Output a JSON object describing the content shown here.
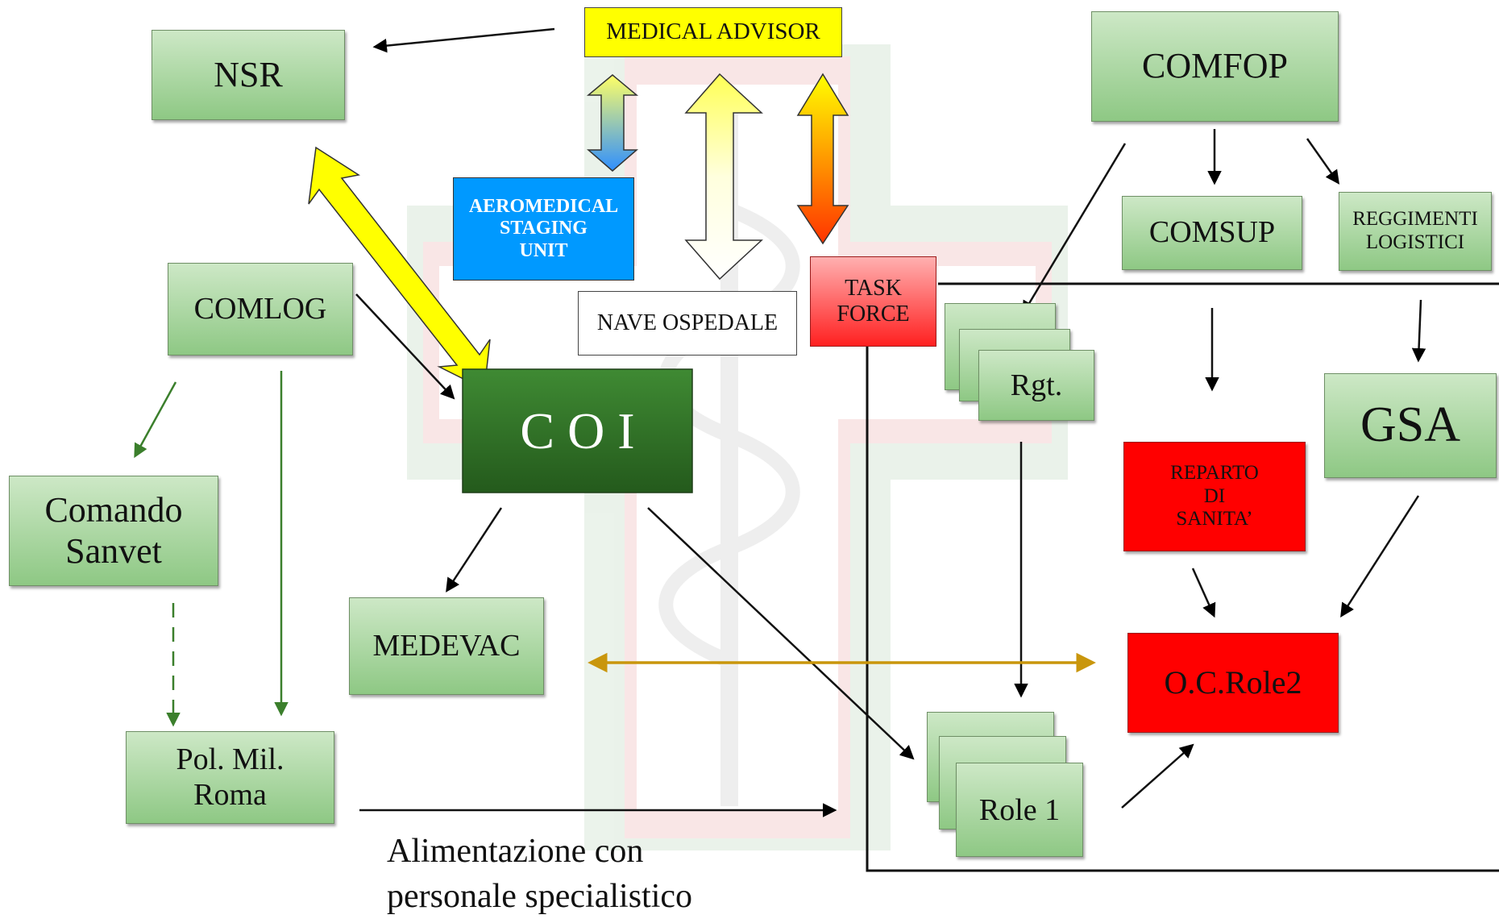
{
  "nodes": {
    "medical_advisor": "MEDICAL ADVISOR",
    "nsr": "NSR",
    "comfop": "COMFOP",
    "aeromedical": [
      "AEROMEDICAL",
      "STAGING",
      "UNIT"
    ],
    "comsup": "COMSUP",
    "reggimenti": [
      "REGGIMENTI",
      "LOGISTICI"
    ],
    "comlog": "COMLOG",
    "nave_ospedale": "NAVE OSPEDALE",
    "task_force": [
      "TASK",
      "FORCE"
    ],
    "rgt": "Rgt.",
    "coi": "C O I",
    "gsa": "GSA",
    "reparto": [
      "REPARTO",
      "DI",
      "SANITA’"
    ],
    "comando_sanvet": [
      "Comando",
      "Sanvet"
    ],
    "medevac": "MEDEVAC",
    "oc_role2": "O.C.Role2",
    "pol_mil": [
      "Pol. Mil.",
      "Roma"
    ],
    "role1": "Role 1"
  },
  "caption": [
    "Alimentazione con",
    "personale specialistico"
  ],
  "colors": {
    "green_top": "#cde8c6",
    "green_bottom": "#8ec884",
    "coi_green": "#2e6b25",
    "yellow": "#ffff00",
    "blue": "#0099ff",
    "red": "#ff0000",
    "gold_arrow": "#c9960c",
    "dark_green_arrow": "#3b7f2c"
  }
}
